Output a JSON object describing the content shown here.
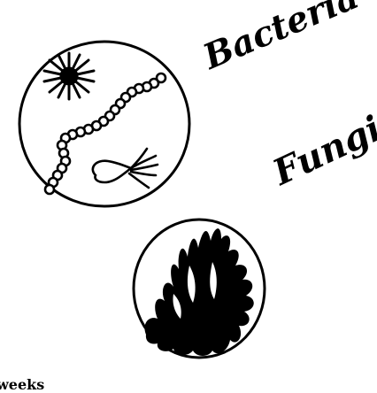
{
  "labels": {
    "bacteria": "Bacteria",
    "fungi": "Fungi",
    "weeks_fragment": "weeks"
  },
  "colors": {
    "ink": "#000000",
    "paper": "#ffffff"
  },
  "icons": {
    "bacteria_circle": "microscope-view-bacteria-icon",
    "fungi_circle": "microscope-view-fungi-icon"
  }
}
